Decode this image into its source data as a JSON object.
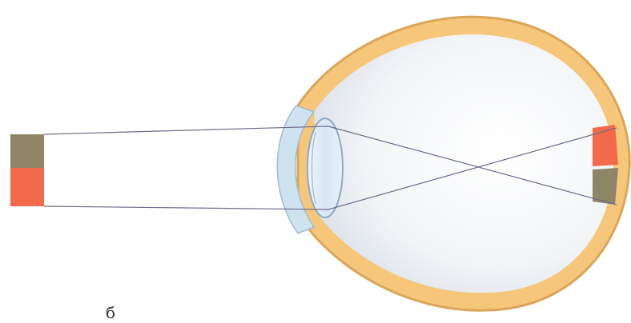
{
  "caption": "б",
  "colors": {
    "object_top": "#8e8466",
    "object_bottom": "#f26a4a",
    "sclera": "#f6c67a",
    "sclera_edge": "#d9a65a",
    "cornea": "#cfe2f0",
    "lens": "#d6e6f3",
    "eye_interior_light": "#ffffff",
    "eye_interior_dark": "#dde3ea",
    "ray": "#6f6a8c",
    "image_top": "#f26a4a",
    "image_bottom": "#8e8466"
  },
  "icons": {
    "object": "object-block",
    "eye": "eyeball-cross-section",
    "lens": "crystalline-lens",
    "image": "inverted-image"
  }
}
